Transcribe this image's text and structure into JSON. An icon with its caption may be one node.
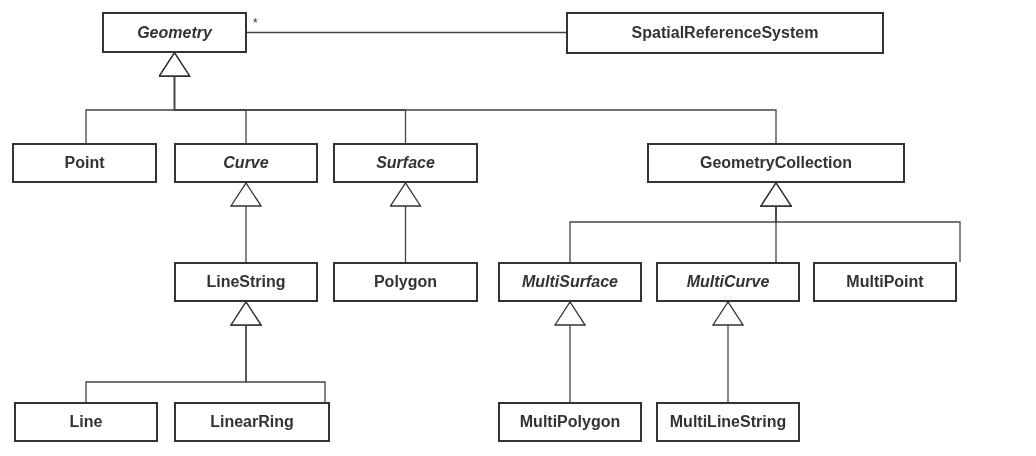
{
  "diagram": {
    "nodes": [
      {
        "text": [
          "Geometry"
        ]
      },
      {
        "text": [
          "SpatialReferenceSystem"
        ]
      },
      {
        "text": [
          "Point"
        ]
      },
      {
        "text": [
          "Curve"
        ]
      },
      {
        "text": [
          "Surface"
        ]
      },
      {
        "text": [
          "GeometryCollection"
        ]
      },
      {
        "text": [
          "LineString"
        ]
      },
      {
        "text": [
          "Polygon"
        ]
      },
      {
        "text": [
          "MultiSurface"
        ]
      },
      {
        "text": [
          "MultiCurve"
        ]
      },
      {
        "text": [
          "MultiPoint"
        ]
      },
      {
        "text": [
          "Line"
        ]
      },
      {
        "text": [
          "LinearRing"
        ]
      },
      {
        "text": [
          "MultiPolygon"
        ]
      },
      {
        "text": [
          "MultiLineString"
        ]
      }
    ],
    "edges": [
      {
        "from": 0,
        "to": 1,
        "arrow": "none"
      },
      {
        "from": 2,
        "to": 0,
        "arrow": "to"
      },
      {
        "from": 3,
        "to": 0,
        "arrow": "to"
      },
      {
        "from": 4,
        "to": 0,
        "arrow": "to"
      },
      {
        "from": 5,
        "to": 0,
        "arrow": "to"
      },
      {
        "from": 6,
        "to": 3,
        "arrow": "to"
      },
      {
        "from": 7,
        "to": 4,
        "arrow": "to"
      },
      {
        "from": 8,
        "to": 5,
        "arrow": "to"
      },
      {
        "from": 9,
        "to": 5,
        "arrow": "to"
      },
      {
        "from": 10,
        "to": 5,
        "arrow": "to"
      },
      {
        "from": 11,
        "to": 6,
        "arrow": "to"
      },
      {
        "from": 12,
        "to": 6,
        "arrow": "to"
      },
      {
        "from": 13,
        "to": 8,
        "arrow": "to"
      },
      {
        "from": 14,
        "to": 9,
        "arrow": "to"
      }
    ],
    "labels": [
      "*"
    ]
  }
}
